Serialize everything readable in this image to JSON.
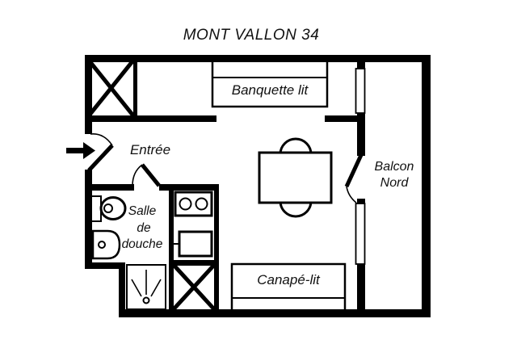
{
  "title": "MONT VALLON 34",
  "colors": {
    "line": "#000000",
    "background": "#ffffff"
  },
  "labels": {
    "banquette": "Banquette lit",
    "entree": "Entrée",
    "balcon_line1": "Balcon",
    "balcon_line2": "Nord",
    "salle_line1": "Salle",
    "salle_line2": "de",
    "salle_line3": "douche",
    "canape": "Canapé-lit"
  },
  "icons": {
    "closet": "closet-x-icon",
    "entry": "entry-arrow-icon",
    "fixtures": [
      "toilet-icon",
      "washbasin-icon",
      "shower-tray-icon",
      "cooktop-icon",
      "kitchen-sink-icon",
      "dining-table-icon",
      "chair-icon",
      "window-icon",
      "door-swing-icon"
    ]
  }
}
